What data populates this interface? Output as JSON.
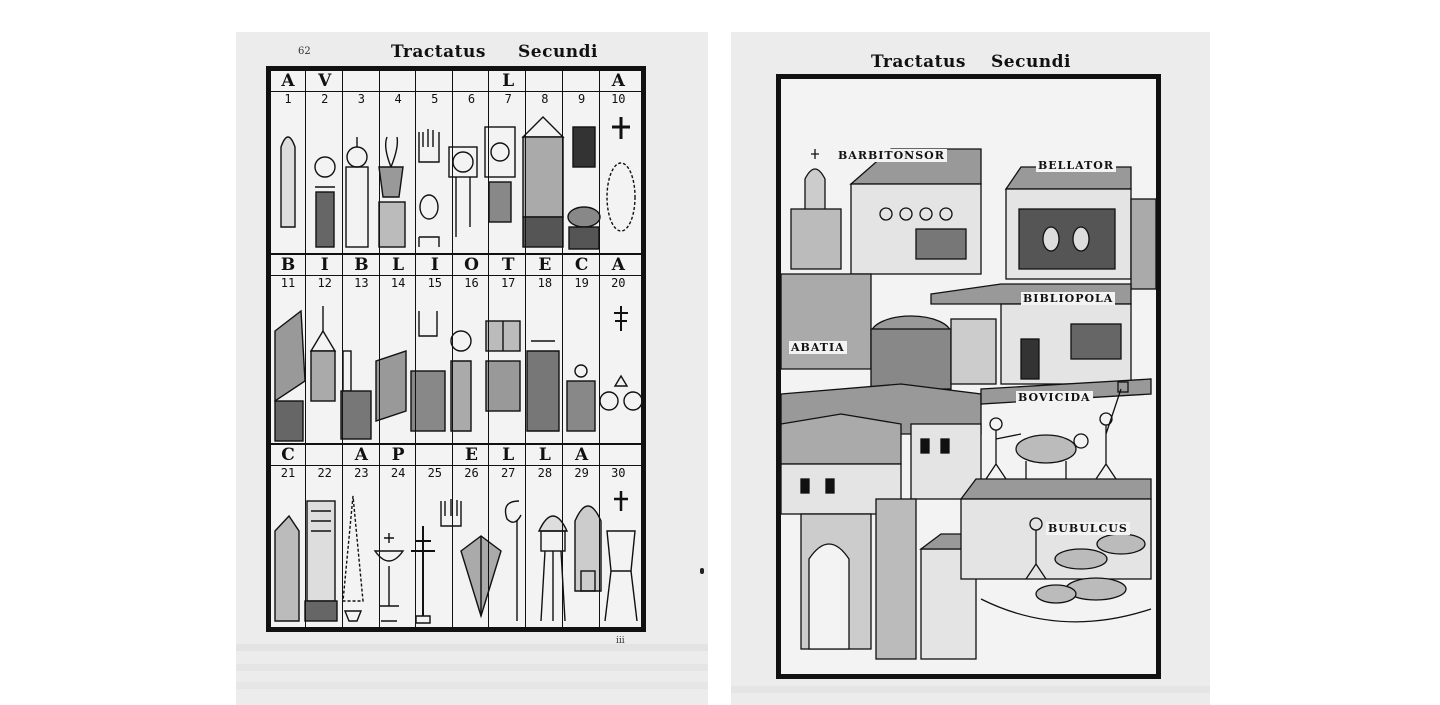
{
  "left_page": {
    "header": {
      "word1": "Tractatus",
      "word2": "Secundi"
    },
    "page_number": "62",
    "rows": [
      {
        "letters": [
          "A",
          "V",
          "",
          "",
          "",
          "",
          "L",
          "",
          "",
          "A"
        ],
        "numbers": [
          "1",
          "2",
          "3",
          "4",
          "5",
          "6",
          "7",
          "8",
          "9",
          "10"
        ]
      },
      {
        "letters": [
          "B",
          "I",
          "B",
          "L",
          "I",
          "O",
          "T",
          "E",
          "C",
          "A"
        ],
        "numbers": [
          "11",
          "12",
          "13",
          "14",
          "15",
          "16",
          "17",
          "18",
          "19",
          "20"
        ]
      },
      {
        "letters": [
          "C",
          "",
          "A",
          "P",
          "",
          "E",
          "L",
          "L",
          "A",
          ""
        ],
        "numbers": [
          "21",
          "22",
          "23",
          "24",
          "25",
          "26",
          "27",
          "28",
          "29",
          "30"
        ]
      }
    ]
  },
  "right_page": {
    "header": {
      "word1": "Tractatus",
      "word2": "Secundi"
    },
    "labels": {
      "barber": "BARBITONSOR",
      "soldier": "BELLATOR",
      "bookseller": "BIBLIOPOLA",
      "abbey": "ABATIA",
      "butcher": "BOVICIDA",
      "herdsman": "BUBULCUS"
    }
  },
  "colors": {
    "ink": "#111111",
    "paper": "#ececec",
    "background": "#ffffff"
  }
}
